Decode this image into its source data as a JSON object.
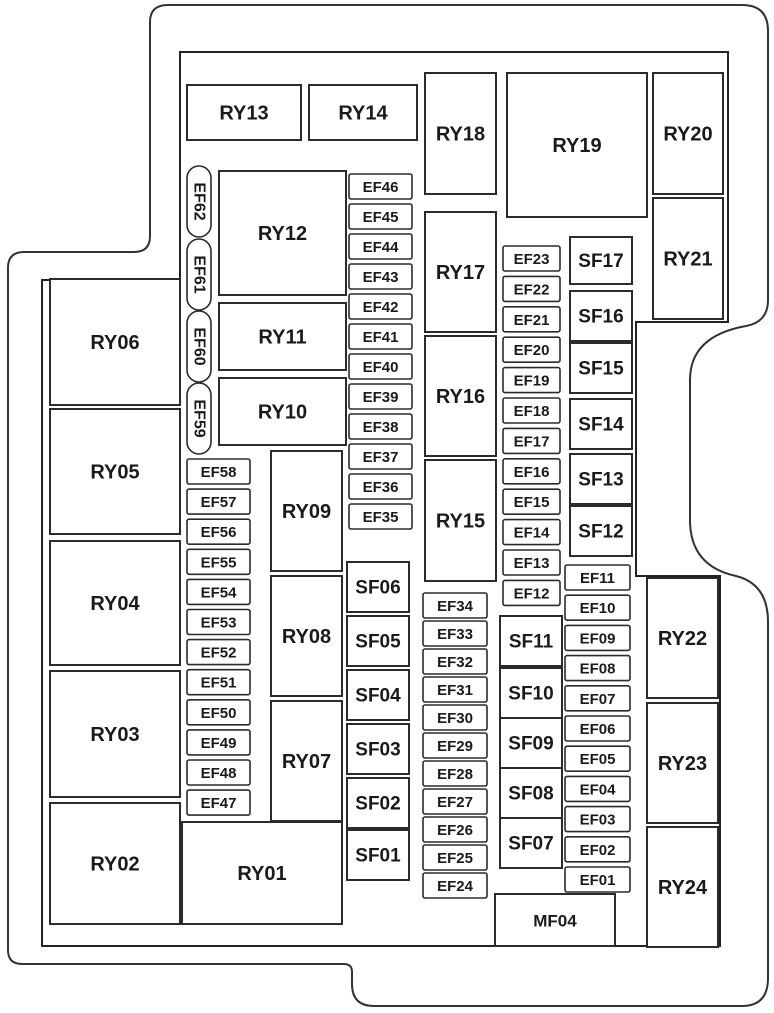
{
  "relays": [
    {
      "id": "ry13",
      "label": "RY13"
    },
    {
      "id": "ry14",
      "label": "RY14"
    },
    {
      "id": "ry18",
      "label": "RY18"
    },
    {
      "id": "ry19",
      "label": "RY19"
    },
    {
      "id": "ry20",
      "label": "RY20"
    },
    {
      "id": "ry21",
      "label": "RY21"
    },
    {
      "id": "ry12",
      "label": "RY12"
    },
    {
      "id": "ry11",
      "label": "RY11"
    },
    {
      "id": "ry10",
      "label": "RY10"
    },
    {
      "id": "ry17",
      "label": "RY17"
    },
    {
      "id": "ry16",
      "label": "RY16"
    },
    {
      "id": "ry15",
      "label": "RY15"
    },
    {
      "id": "ry06",
      "label": "RY06"
    },
    {
      "id": "ry05",
      "label": "RY05"
    },
    {
      "id": "ry04",
      "label": "RY04"
    },
    {
      "id": "ry03",
      "label": "RY03"
    },
    {
      "id": "ry02",
      "label": "RY02"
    },
    {
      "id": "ry01",
      "label": "RY01"
    },
    {
      "id": "ry09",
      "label": "RY09"
    },
    {
      "id": "ry08",
      "label": "RY08"
    },
    {
      "id": "ry07",
      "label": "RY07"
    },
    {
      "id": "ry22",
      "label": "RY22"
    },
    {
      "id": "ry23",
      "label": "RY23"
    },
    {
      "id": "ry24",
      "label": "RY24"
    }
  ],
  "fuses_vertical": [
    {
      "id": "ef62",
      "label": "EF62"
    },
    {
      "id": "ef61",
      "label": "EF61"
    },
    {
      "id": "ef60",
      "label": "EF60"
    },
    {
      "id": "ef59",
      "label": "EF59"
    }
  ],
  "fuses": [
    {
      "id": "ef46",
      "label": "EF46"
    },
    {
      "id": "ef45",
      "label": "EF45"
    },
    {
      "id": "ef44",
      "label": "EF44"
    },
    {
      "id": "ef43",
      "label": "EF43"
    },
    {
      "id": "ef42",
      "label": "EF42"
    },
    {
      "id": "ef41",
      "label": "EF41"
    },
    {
      "id": "ef40",
      "label": "EF40"
    },
    {
      "id": "ef39",
      "label": "EF39"
    },
    {
      "id": "ef38",
      "label": "EF38"
    },
    {
      "id": "ef37",
      "label": "EF37"
    },
    {
      "id": "ef36",
      "label": "EF36"
    },
    {
      "id": "ef35",
      "label": "EF35"
    },
    {
      "id": "ef58",
      "label": "EF58"
    },
    {
      "id": "ef57",
      "label": "EF57"
    },
    {
      "id": "ef56",
      "label": "EF56"
    },
    {
      "id": "ef55",
      "label": "EF55"
    },
    {
      "id": "ef54",
      "label": "EF54"
    },
    {
      "id": "ef53",
      "label": "EF53"
    },
    {
      "id": "ef52",
      "label": "EF52"
    },
    {
      "id": "ef51",
      "label": "EF51"
    },
    {
      "id": "ef50",
      "label": "EF50"
    },
    {
      "id": "ef49",
      "label": "EF49"
    },
    {
      "id": "ef48",
      "label": "EF48"
    },
    {
      "id": "ef47",
      "label": "EF47"
    },
    {
      "id": "ef23",
      "label": "EF23"
    },
    {
      "id": "ef22",
      "label": "EF22"
    },
    {
      "id": "ef21",
      "label": "EF21"
    },
    {
      "id": "ef20",
      "label": "EF20"
    },
    {
      "id": "ef19",
      "label": "EF19"
    },
    {
      "id": "ef18",
      "label": "EF18"
    },
    {
      "id": "ef17",
      "label": "EF17"
    },
    {
      "id": "ef16",
      "label": "EF16"
    },
    {
      "id": "ef15",
      "label": "EF15"
    },
    {
      "id": "ef14",
      "label": "EF14"
    },
    {
      "id": "ef13",
      "label": "EF13"
    },
    {
      "id": "ef12",
      "label": "EF12"
    },
    {
      "id": "ef34",
      "label": "EF34"
    },
    {
      "id": "ef33",
      "label": "EF33"
    },
    {
      "id": "ef32",
      "label": "EF32"
    },
    {
      "id": "ef31",
      "label": "EF31"
    },
    {
      "id": "ef30",
      "label": "EF30"
    },
    {
      "id": "ef29",
      "label": "EF29"
    },
    {
      "id": "ef28",
      "label": "EF28"
    },
    {
      "id": "ef27",
      "label": "EF27"
    },
    {
      "id": "ef26",
      "label": "EF26"
    },
    {
      "id": "ef25",
      "label": "EF25"
    },
    {
      "id": "ef24",
      "label": "EF24"
    },
    {
      "id": "ef11",
      "label": "EF11"
    },
    {
      "id": "ef10",
      "label": "EF10"
    },
    {
      "id": "ef09",
      "label": "EF09"
    },
    {
      "id": "ef08",
      "label": "EF08"
    },
    {
      "id": "ef07",
      "label": "EF07"
    },
    {
      "id": "ef06",
      "label": "EF06"
    },
    {
      "id": "ef05",
      "label": "EF05"
    },
    {
      "id": "ef04",
      "label": "EF04"
    },
    {
      "id": "ef03",
      "label": "EF03"
    },
    {
      "id": "ef02",
      "label": "EF02"
    },
    {
      "id": "ef01",
      "label": "EF01"
    }
  ],
  "switch_fuses": [
    {
      "id": "sf17",
      "label": "SF17"
    },
    {
      "id": "sf16",
      "label": "SF16"
    },
    {
      "id": "sf15",
      "label": "SF15"
    },
    {
      "id": "sf14",
      "label": "SF14"
    },
    {
      "id": "sf13",
      "label": "SF13"
    },
    {
      "id": "sf12",
      "label": "SF12"
    },
    {
      "id": "sf06",
      "label": "SF06"
    },
    {
      "id": "sf05",
      "label": "SF05"
    },
    {
      "id": "sf04",
      "label": "SF04"
    },
    {
      "id": "sf03",
      "label": "SF03"
    },
    {
      "id": "sf02",
      "label": "SF02"
    },
    {
      "id": "sf01",
      "label": "SF01"
    },
    {
      "id": "sf11",
      "label": "SF11"
    },
    {
      "id": "sf10",
      "label": "SF10"
    },
    {
      "id": "sf09",
      "label": "SF09"
    },
    {
      "id": "sf08",
      "label": "SF08"
    },
    {
      "id": "sf07",
      "label": "SF07"
    }
  ],
  "main_fuses": [
    {
      "id": "mf04",
      "label": "MF04"
    }
  ]
}
